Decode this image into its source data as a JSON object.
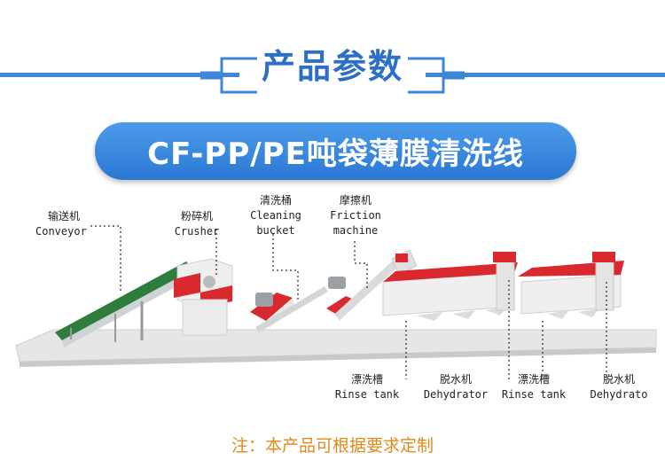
{
  "header": {
    "title": "产品参数"
  },
  "product": {
    "name": "CF-PP/PE吨袋薄膜清洗线"
  },
  "labels": {
    "conveyor": {
      "zh": "输送机",
      "en": "Conveyor"
    },
    "crusher": {
      "zh": "粉碎机",
      "en": "Crusher"
    },
    "bucket": {
      "zh": "清洗桶",
      "en1": "Cleaning",
      "en2": "bucket"
    },
    "friction": {
      "zh": "摩擦机",
      "en1": "Friction",
      "en2": "machine"
    },
    "rinse1": {
      "zh": "漂洗槽",
      "en": "Rinse tank"
    },
    "dehydrator1": {
      "zh": "脱水机",
      "en": "Dehydrator"
    },
    "rinse2": {
      "zh": "漂洗槽",
      "en": "Rinse tank"
    },
    "dehydrator2": {
      "zh": "脱水机",
      "en": "Dehydrato"
    }
  },
  "note": "注：本产品可根据要求定制",
  "colors": {
    "accent_blue": "#3f86d6",
    "note_orange": "#e28a1c",
    "machine_red": "#d9282e",
    "conveyor_green": "#2f7d3c"
  }
}
